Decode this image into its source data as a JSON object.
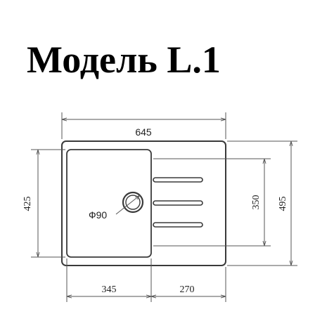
{
  "title": "Модель L.1",
  "dimensions": {
    "overall_width": "645",
    "overall_depth": "495",
    "bowl_depth": "425",
    "drainboard_depth": "350",
    "bowl_width": "345",
    "drainboard_width": "270",
    "drain_diameter": "Ф90"
  },
  "colors": {
    "line": "#3a3a3a",
    "dim_line": "#555555",
    "text": "#222222"
  }
}
